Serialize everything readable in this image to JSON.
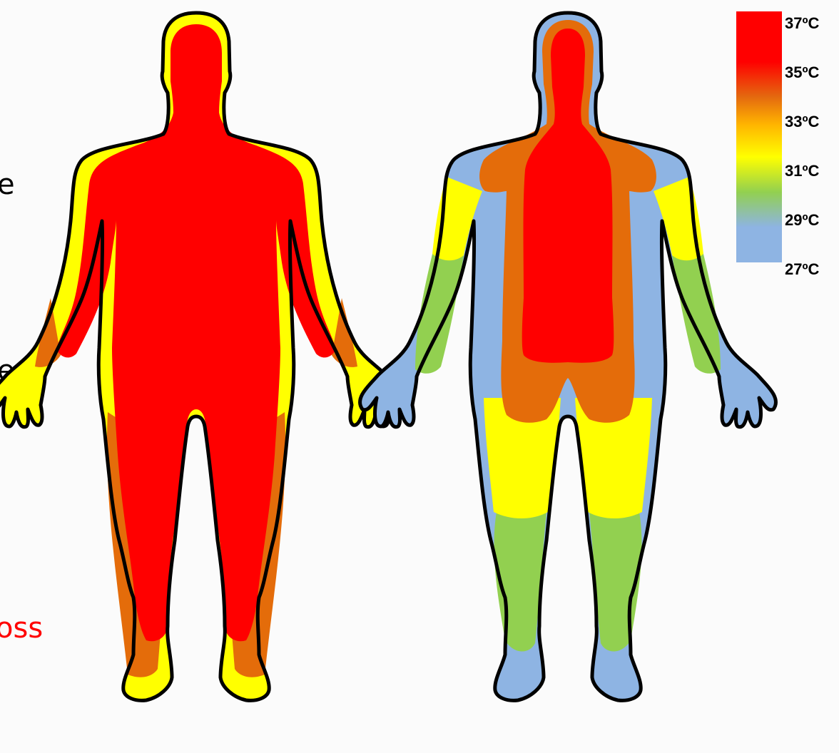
{
  "text_fragments": {
    "line_1": "e",
    "line_2": "e",
    "line_3": "oss"
  },
  "legend": {
    "labels": [
      "37ºC",
      "35ºC",
      "33ºC",
      "31ºC",
      "29ºC",
      "27ºC"
    ],
    "gradient_stops": [
      {
        "color": "#ff0000",
        "pos": 0
      },
      {
        "color": "#ff0000",
        "pos": 0.2
      },
      {
        "color": "#e4690f",
        "pos": 0.34
      },
      {
        "color": "#ffb400",
        "pos": 0.45
      },
      {
        "color": "#ffff00",
        "pos": 0.58
      },
      {
        "color": "#92d050",
        "pos": 0.72
      },
      {
        "color": "#8eb4e3",
        "pos": 0.86
      },
      {
        "color": "#8eb4e3",
        "pos": 1
      }
    ]
  },
  "figures": {
    "left": {
      "shell_color": "#ffff00",
      "mid_color": "#e46c0a",
      "core_color": "#ff0000"
    },
    "right": {
      "shell_color": "#8eb4e3",
      "limb_mid_color": "#92d050",
      "limb_upper_color": "#ffff00",
      "trunk_outer_color": "#e46c0a",
      "core_color": "#ff0000"
    }
  }
}
